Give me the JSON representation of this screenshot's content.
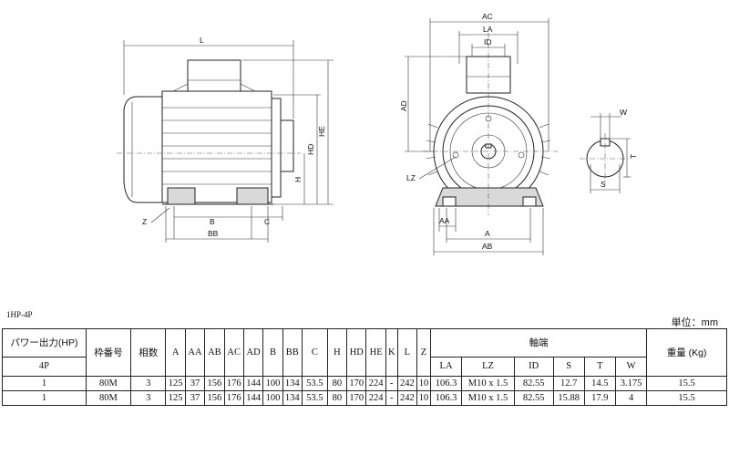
{
  "drawing": {
    "dim_labels": {
      "L": "L",
      "B": "B",
      "BB": "BB",
      "C": "C",
      "H": "H",
      "HD": "HD",
      "HE": "HE",
      "Z": "Z",
      "AC": "AC",
      "LA": "LA",
      "ID": "ID",
      "AD": "AD",
      "LZ": "LZ",
      "AA": "AA",
      "A": "A",
      "AB": "AB",
      "W": "W",
      "T": "T",
      "S": "S"
    }
  },
  "series": "1HP-4P",
  "unit": "単位：mm",
  "table": {
    "header": {
      "power": "パワー出力(HP)",
      "poles": "4P",
      "frame": "枠番号",
      "phase": "相数",
      "dims": [
        "A",
        "AA",
        "AB",
        "AC",
        "AD",
        "B",
        "BB",
        "C",
        "H",
        "HD",
        "HE",
        "K",
        "L",
        "Z"
      ],
      "shaft": "軸端",
      "shaft_cols": [
        "LA",
        "LZ",
        "ID",
        "S",
        "T",
        "W"
      ],
      "weight": "重量 (Kg)"
    },
    "rows": [
      {
        "power": "1",
        "frame": "80M",
        "phase": "3",
        "dims": [
          "125",
          "37",
          "156",
          "176",
          "144",
          "100",
          "134",
          "53.5",
          "80",
          "170",
          "224",
          "-",
          "242",
          "10"
        ],
        "shaft": [
          "106.3",
          "M10 x 1.5",
          "82.55",
          "12.7",
          "14.5",
          "3.175"
        ],
        "weight": "15.5"
      },
      {
        "power": "1",
        "frame": "80M",
        "phase": "3",
        "dims": [
          "125",
          "37",
          "156",
          "176",
          "144",
          "100",
          "134",
          "53.5",
          "80",
          "170",
          "224",
          "-",
          "242",
          "10"
        ],
        "shaft": [
          "106.3",
          "M10 x 1.5",
          "82.55",
          "15.88",
          "17.9",
          "4"
        ],
        "weight": "15.5"
      }
    ]
  }
}
